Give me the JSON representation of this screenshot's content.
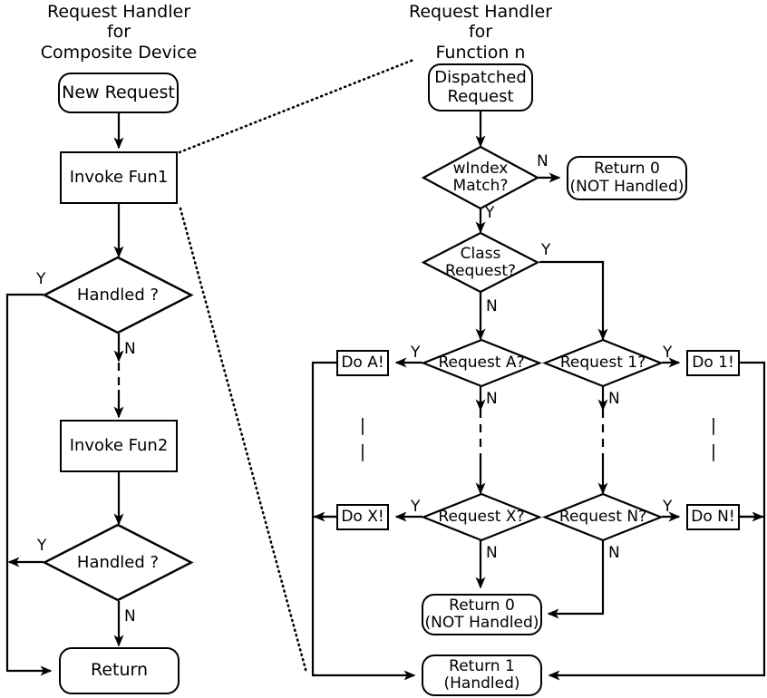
{
  "diagram": {
    "type": "flowchart",
    "title_left": "Request Handler\nfor\nComposite Device",
    "title_right": "Request Handler\nfor\nFunction n",
    "stroke_color": "#000000",
    "background_color": "#ffffff"
  },
  "left_flow": {
    "nodes": {
      "new_request": "New Request",
      "invoke_fun1": "Invoke Fun1",
      "handled_1": "Handled ?",
      "invoke_fun2": "Invoke Fun2",
      "handled_2": "Handled ?",
      "return": "Return"
    },
    "edge_labels": {
      "handled1_yes": "Y",
      "handled1_no": "N",
      "handled2_yes": "Y",
      "handled2_no": "N"
    }
  },
  "right_flow": {
    "nodes": {
      "dispatched_request": "Dispatched\nRequest",
      "windex_match": "wIndex\nMatch?",
      "return0_top": "Return 0\n(NOT Handled)",
      "class_request": "Class\nRequest?",
      "request_a": "Request A?",
      "request_1": "Request 1?",
      "request_x": "Request X?",
      "request_n": "Request N?",
      "do_a": "Do A!",
      "do_1": "Do 1!",
      "do_x": "Do X!",
      "do_n": "Do N!",
      "return0_bottom": "Return 0\n(NOT Handled)",
      "return1": "Return 1\n(Handled)"
    },
    "edge_labels": {
      "windex_no": "N",
      "windex_yes": "Y",
      "class_yes": "Y",
      "class_no": "N",
      "request_a_yes": "Y",
      "request_a_no": "N",
      "request_1_yes": "Y",
      "request_1_no": "N",
      "request_x_yes": "Y",
      "request_x_no": "N",
      "request_n_yes": "Y",
      "request_n_no": "N"
    },
    "vertical_ellipsis": "|"
  }
}
